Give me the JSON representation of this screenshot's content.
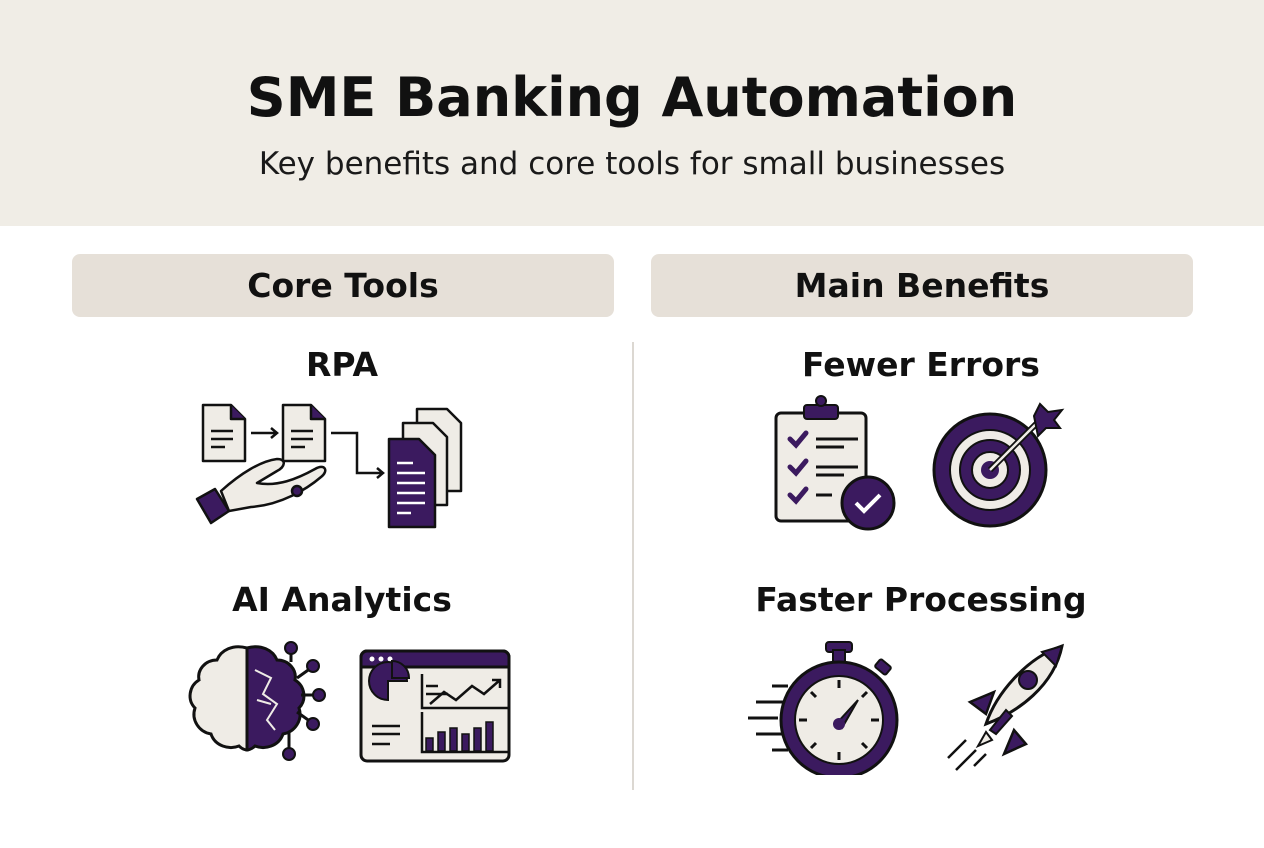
{
  "header": {
    "title": "SME Banking Automation",
    "subtitle": "Key benefits and core tools for small businesses"
  },
  "columns": [
    {
      "label": "Core Tools",
      "sections": [
        {
          "title": "RPA",
          "icons": [
            "robot-hand-icon",
            "document-flow-icon"
          ]
        },
        {
          "title": "AI Analytics",
          "icons": [
            "ai-brain-icon",
            "analytics-dashboard-icon"
          ]
        }
      ]
    },
    {
      "label": "Main Benefits",
      "sections": [
        {
          "title": "Fewer Errors",
          "icons": [
            "checklist-icon",
            "target-icon"
          ]
        },
        {
          "title": "Faster Processing",
          "icons": [
            "stopwatch-icon",
            "rocket-icon"
          ]
        }
      ]
    }
  ],
  "colors": {
    "accent": "#3b1a5f",
    "cream": "#efece6",
    "header_bg": "#f0ede6",
    "pill_bg": "#e6e0d8"
  }
}
